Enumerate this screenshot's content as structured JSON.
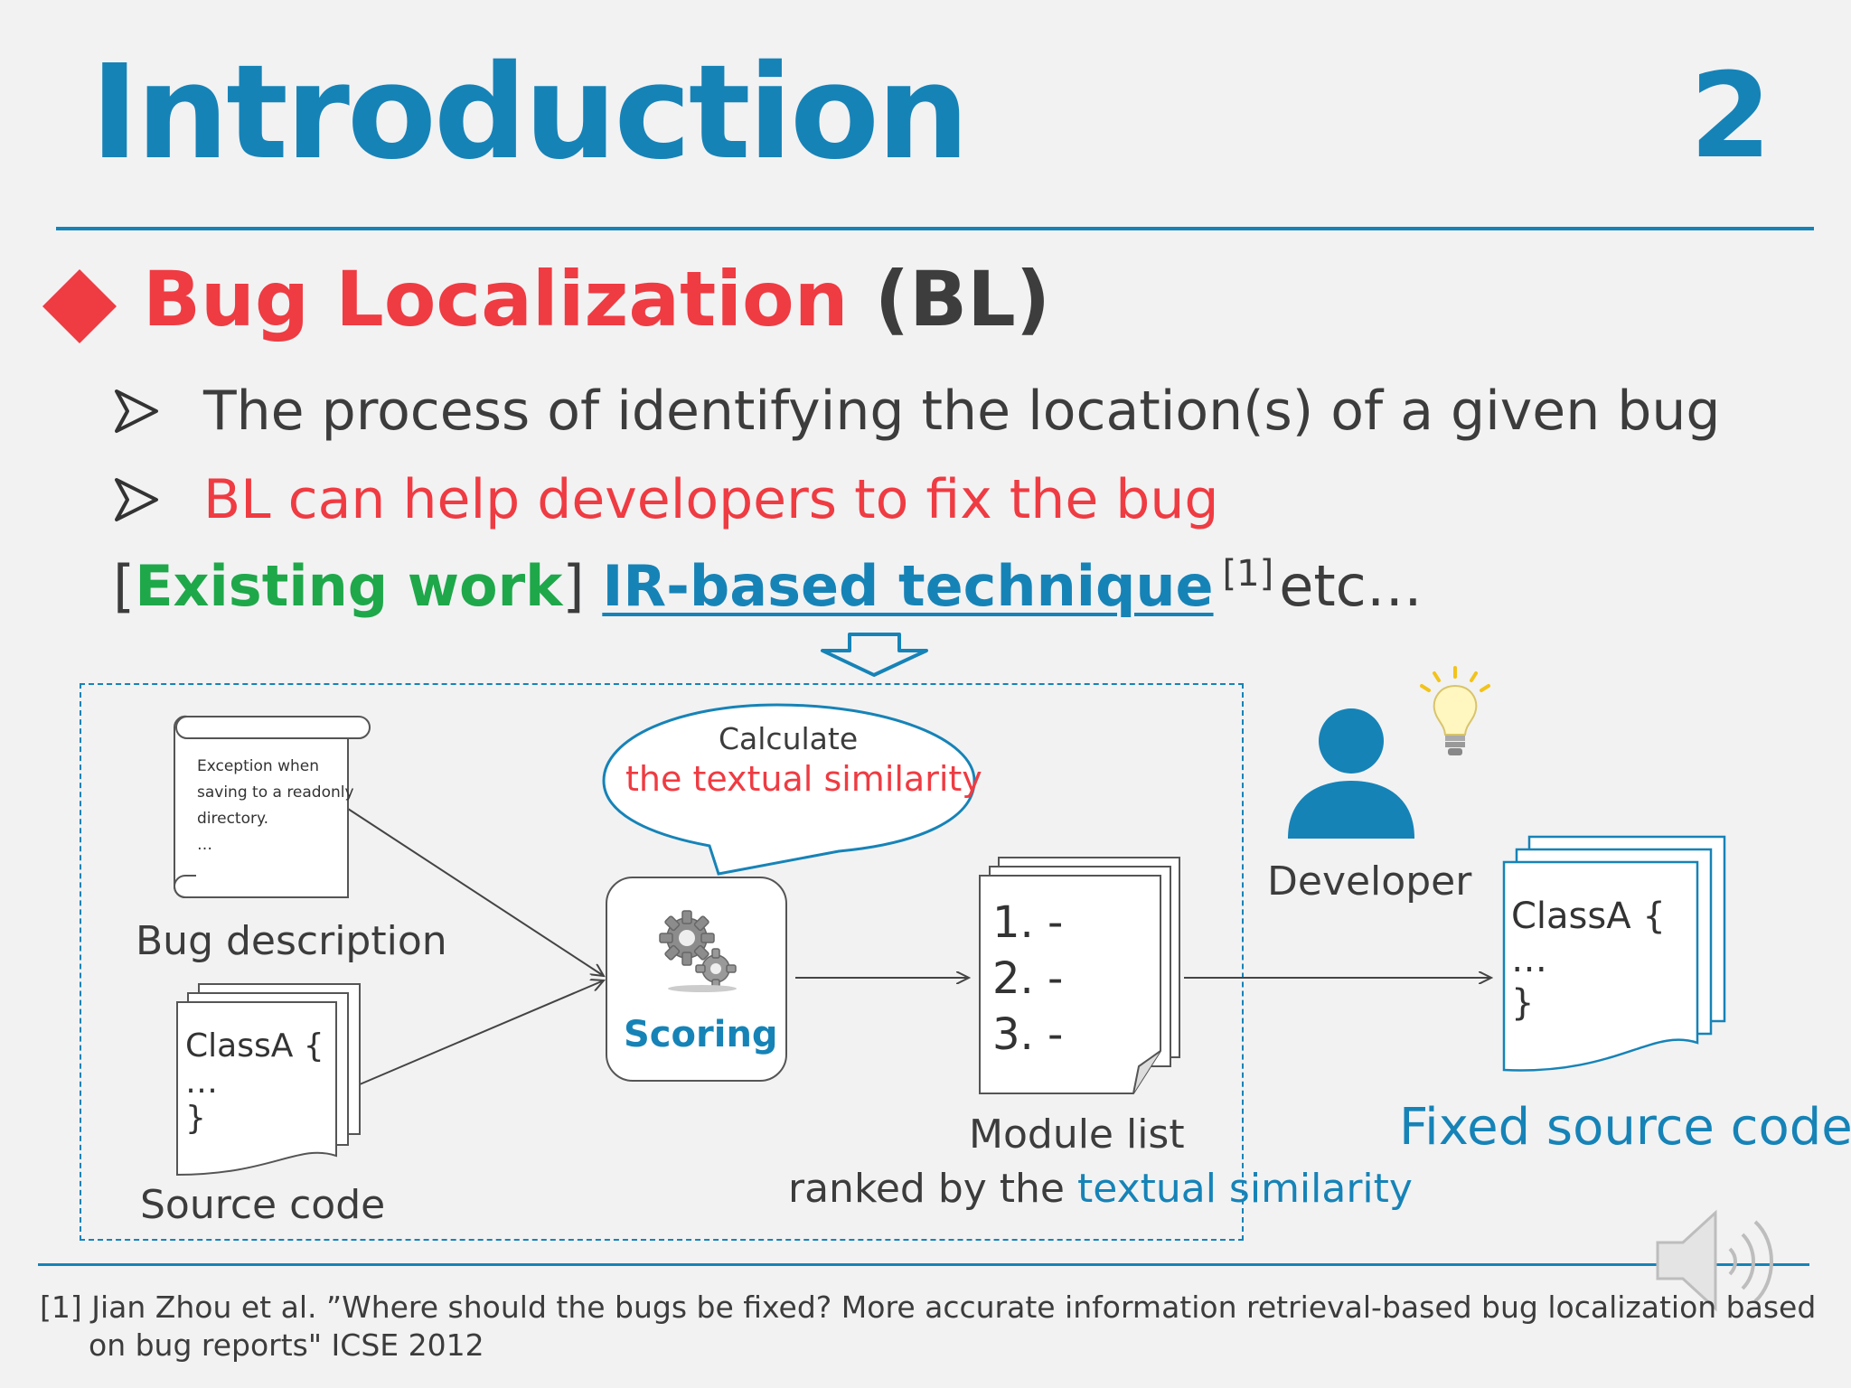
{
  "slide": {
    "title": "Introduction",
    "page_number": "2",
    "heading": {
      "red": "Bug Localization",
      "dark": "(BL)"
    },
    "bullets": [
      "The process of identifying the location(s) of a given bug",
      "BL can help developers to fix the bug"
    ],
    "existing_work": {
      "open": "[",
      "label": "Existing work",
      "close": "]",
      "link": "IR-based technique",
      "ref": "[1]",
      "tail": "etc…"
    },
    "diagram": {
      "bug_text": [
        "Exception when",
        "saving to a readonly",
        "directory.",
        "…"
      ],
      "bug_description_label": "Bug description",
      "source_class": [
        "ClassA {",
        "…",
        "}"
      ],
      "source_code_label": "Source code",
      "callout_line1": "Calculate",
      "callout_line2": "the textual similarity",
      "scoring_label": "Scoring",
      "module_items": [
        "1. -",
        "2. -",
        "3. -"
      ],
      "module_list_label": "Module list",
      "ranked_prefix": "ranked by the",
      "ranked_highlight": "textual similarity",
      "developer_label": "Developer",
      "fixed_class": [
        "ClassA {",
        "…",
        "}"
      ],
      "fixed_label": "Fixed source code"
    },
    "citation": {
      "line1": "[1] Jian Zhou et al. ”Where should the bugs be fixed? More accurate information retrieval-based bug localization based",
      "line2": "on bug reports\" ICSE 2012"
    },
    "colors": {
      "accent_blue": "#1683b7",
      "accent_red": "#ef3b42",
      "accent_green": "#1ea84a"
    },
    "icons": [
      "bullet-diamond-icon",
      "arrow-bullet-icon",
      "gear-icon",
      "person-icon",
      "lightbulb-icon",
      "speaker-icon",
      "down-arrow-icon"
    ]
  }
}
